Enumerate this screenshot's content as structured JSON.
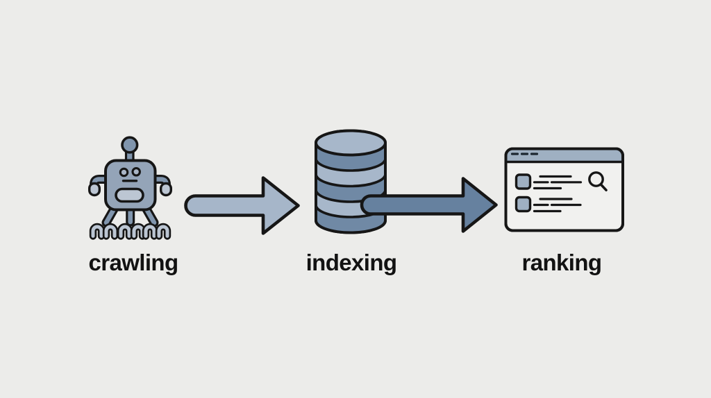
{
  "diagram": {
    "stages": [
      {
        "id": "crawling",
        "label": "crawling",
        "icon": "robot-crawler-icon"
      },
      {
        "id": "indexing",
        "label": "indexing",
        "icon": "database-stack-icon"
      },
      {
        "id": "ranking",
        "label": "ranking",
        "icon": "search-results-window-icon"
      }
    ],
    "connectors": [
      {
        "from": "crawling",
        "to": "indexing",
        "type": "arrow-right",
        "color": "#a6b6c9"
      },
      {
        "from": "indexing",
        "to": "ranking",
        "type": "arrow-right",
        "color": "#66819f"
      }
    ]
  },
  "colors": {
    "bg": "#ececea",
    "ink": "#161616",
    "label": "#121212",
    "steel_light": "#a7b7ca",
    "steel_mid": "#94a4b8",
    "steel_arm": "#8095ad",
    "steel_pale": "#bcc6d3",
    "steel_dark": "#66819f",
    "db_dark": "#7089a5",
    "panel": "#f1f1ef",
    "bar": "#9fb0c2"
  }
}
